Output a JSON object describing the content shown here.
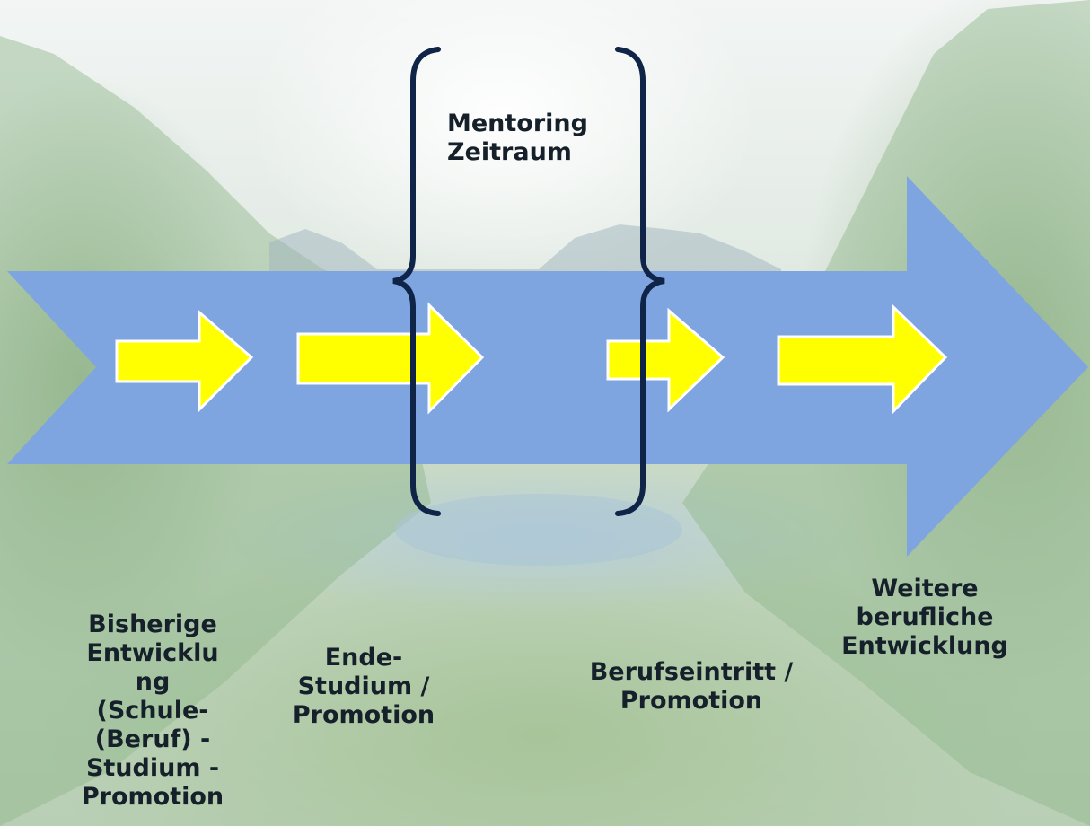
{
  "background": {
    "description_icon": "mountain-fjord-landscape"
  },
  "colors": {
    "main_arrow": "#7ea5df",
    "step_arrow": "#ffff00",
    "step_arrow_stroke": "#ffffff",
    "bracket": "#0f2447",
    "text": "#16202a"
  },
  "diagram": {
    "mentoring_label": "Mentoring\nZeitraum",
    "stages": [
      {
        "label": "Bisherige\nEntwicklu\nng\n(Schule-\n(Beruf) -\nStudium -\nPromotion"
      },
      {
        "label": "Ende-\nStudium /\nPromotion"
      },
      {
        "label": "Berufseintritt /\nPromotion"
      },
      {
        "label": "Weitere\nberufliche\nEntwicklung"
      }
    ]
  }
}
